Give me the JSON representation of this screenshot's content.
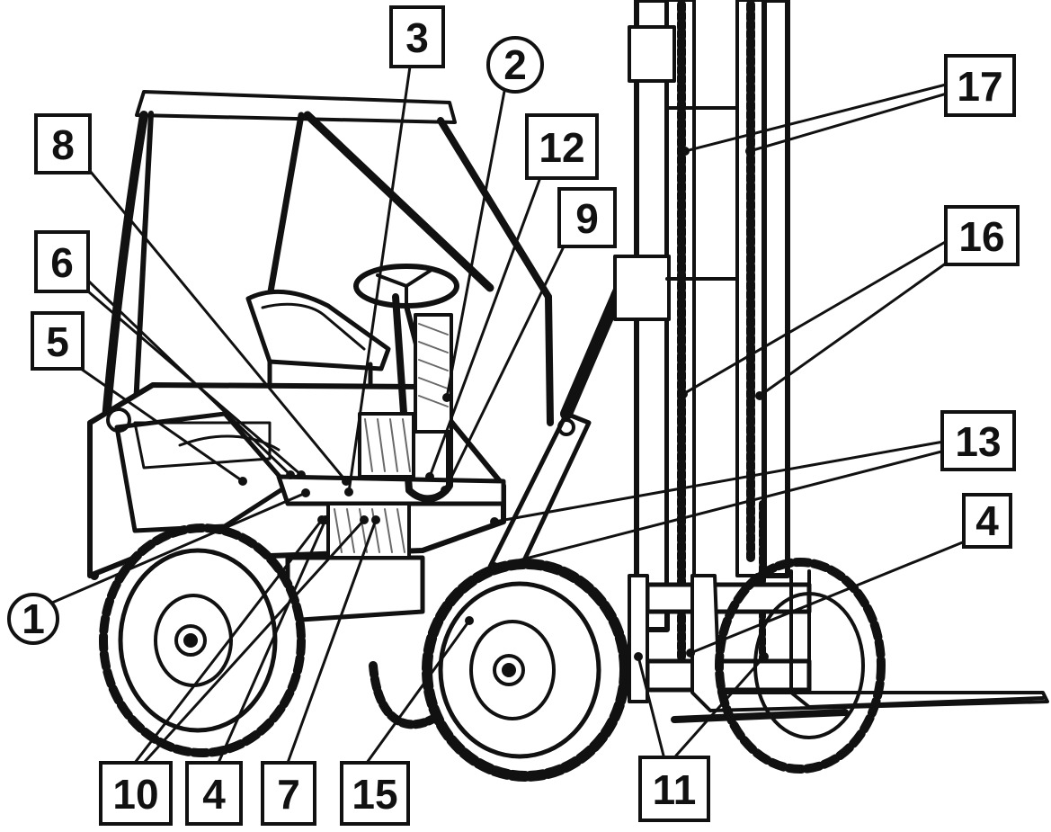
{
  "colors": {
    "ink": "#111111",
    "paper": "#ffffff",
    "hatch": "#6a6a6a"
  },
  "labels": [
    {
      "id": "1",
      "text": "1",
      "shape": "circle"
    },
    {
      "id": "2",
      "text": "2",
      "shape": "circle"
    },
    {
      "id": "3",
      "text": "3",
      "shape": "box"
    },
    {
      "id": "4a",
      "text": "4",
      "shape": "box"
    },
    {
      "id": "4b",
      "text": "4",
      "shape": "box"
    },
    {
      "id": "5",
      "text": "5",
      "shape": "box"
    },
    {
      "id": "6",
      "text": "6",
      "shape": "box"
    },
    {
      "id": "7",
      "text": "7",
      "shape": "box"
    },
    {
      "id": "8",
      "text": "8",
      "shape": "box"
    },
    {
      "id": "9",
      "text": "9",
      "shape": "box"
    },
    {
      "id": "10",
      "text": "10",
      "shape": "box"
    },
    {
      "id": "11",
      "text": "11",
      "shape": "box"
    },
    {
      "id": "12",
      "text": "12",
      "shape": "box"
    },
    {
      "id": "13",
      "text": "13",
      "shape": "box"
    },
    {
      "id": "15",
      "text": "15",
      "shape": "box"
    },
    {
      "id": "16",
      "text": "16",
      "shape": "box"
    },
    {
      "id": "17",
      "text": "17",
      "shape": "box"
    }
  ]
}
